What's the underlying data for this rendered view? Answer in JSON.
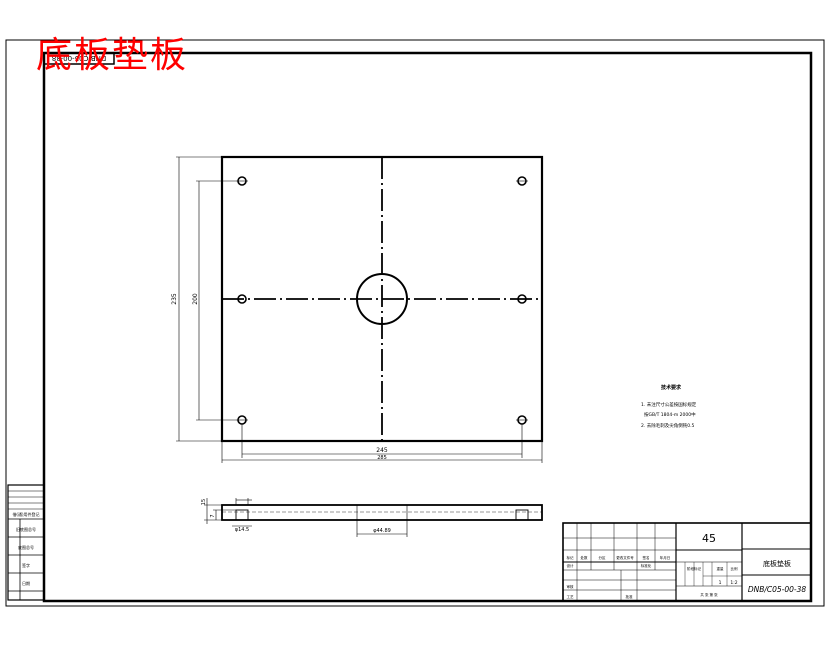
{
  "overlay_title": "底板垫板",
  "code_box_text": "DNB/C05-00-38",
  "dimensions": {
    "width_holes": "245",
    "width_total": "285",
    "height_total": "235",
    "height_holes": "200",
    "hole_dia": "φ14.5",
    "bore_dia": "φ44.89",
    "thickness": "15",
    "counterbore": "7"
  },
  "notes": {
    "title": "技术要求",
    "line1": "1. 未注尺寸公差按国标规定",
    "line2": "按GB/T 1804-m 2000中",
    "line3": "2. 去除毛刺及尖角倒钝0.5"
  },
  "left_column": {
    "r1": "借(通)用件登记",
    "r2": "旧底图总号",
    "r3": "底图总号",
    "r4": "签字",
    "r5": "日期"
  },
  "title_block": {
    "material": "45",
    "part_name": "底板垫板",
    "drawing_no": "DNB/C05-00-38",
    "scale": "1:2",
    "quantity": "1",
    "h_mark": "标记",
    "h_count": "处数",
    "h_zone": "分区",
    "h_docno": "更改文件号",
    "h_sign": "签名",
    "h_date": "年月日",
    "h_design": "设计",
    "h_std": "标准化",
    "h_stage_mark": "阶段标记",
    "h_weight": "重量",
    "h_scale": "比例",
    "h_check": "审核",
    "h_process": "工艺",
    "h_approve": "批准",
    "h_sheets": "共 张 第 张"
  }
}
